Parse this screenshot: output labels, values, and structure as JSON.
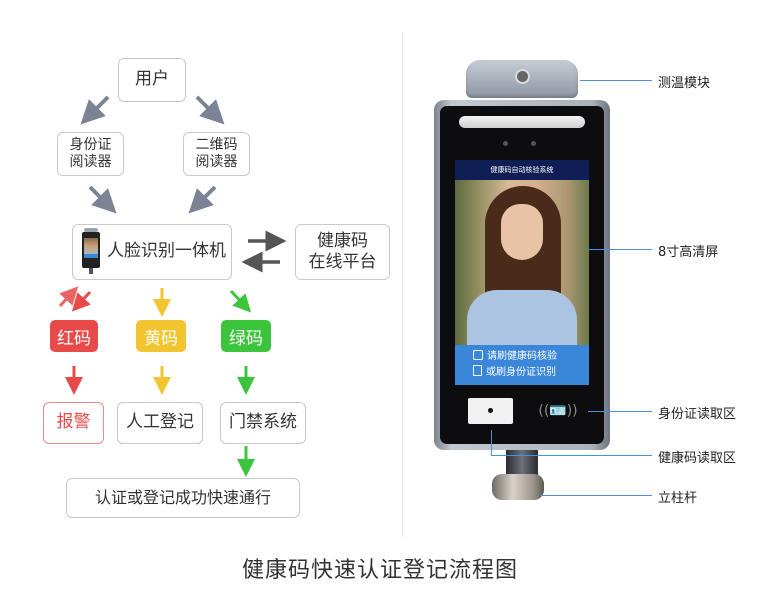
{
  "flowchart": {
    "nodes": {
      "user": "用户",
      "id_reader": [
        "身份证",
        "阅读器"
      ],
      "qr_reader": [
        "二维码",
        "阅读器"
      ],
      "face_terminal": "人脸识别一体机",
      "health_platform": [
        "健康码",
        "在线平台"
      ],
      "red_code": "红码",
      "yellow_code": "黄码",
      "green_code": "绿码",
      "alarm": "报警",
      "manual_register": "人工登记",
      "access_control": "门禁系统",
      "pass": "认证或登记成功快速通行"
    },
    "colors": {
      "red": "#e84a4a",
      "yellow": "#f2c530",
      "green": "#3cc53c",
      "arrow_gray": "#7b8394",
      "arrow_dark": "#555555",
      "border": "#c9c9c9"
    }
  },
  "device": {
    "screen_header": "健康码自动核验系统",
    "screen_prompt_1": "请刷健康码核验",
    "screen_prompt_2": "或刷身份证识别",
    "callouts": [
      "测温模块",
      "8寸高清屏",
      "身份证读取区",
      "健康码读取区",
      "立柱杆"
    ],
    "leader_color": "#4a90e2"
  },
  "caption": "健康码快速认证登记流程图"
}
